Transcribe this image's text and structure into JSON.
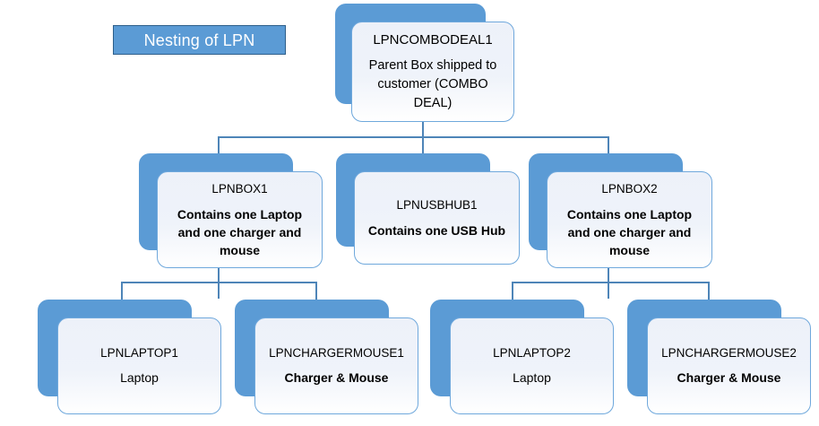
{
  "diagram": {
    "title": "Nesting of LPN",
    "colors": {
      "accent_blue": "#5B9BD5",
      "card_fill": "#EFF3FA",
      "card_border": "#6FA8DC",
      "connector": "#4E85B8",
      "title_text": "#FFFFFF"
    },
    "nodes": {
      "root": {
        "code": "LPNCOMBODEAL1",
        "desc": "Parent Box shipped to customer (COMBO DEAL)"
      },
      "box1": {
        "code": "LPNBOX1",
        "desc": "Contains one Laptop and one charger and mouse"
      },
      "usbhub1": {
        "code": "LPNUSBHUB1",
        "desc": "Contains one USB Hub"
      },
      "box2": {
        "code": "LPNBOX2",
        "desc": "Contains one Laptop and one charger and mouse"
      },
      "laptop1": {
        "code": "LPNLAPTOP1",
        "desc": "Laptop"
      },
      "chargermouse1": {
        "code": "LPNCHARGERMOUSE1",
        "desc": "Charger & Mouse"
      },
      "laptop2": {
        "code": "LPNLAPTOP2",
        "desc": "Laptop"
      },
      "chargermouse2": {
        "code": "LPNCHARGERMOUSE2",
        "desc": "Charger & Mouse"
      }
    }
  }
}
